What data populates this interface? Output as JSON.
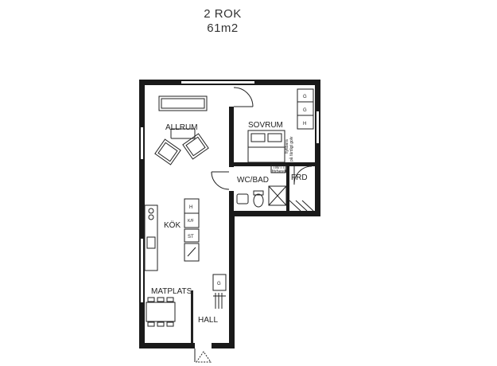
{
  "plan": {
    "title": "2 ROK",
    "area": "61m2"
  },
  "rooms": {
    "allrum": "ALLRUM",
    "sovrum": "SOVRUM",
    "wcbad": "WC/BAD",
    "frd": "FRD",
    "kok": "KÖK",
    "matplats": "MATPLATS",
    "hall": "HALL"
  },
  "fixtures": {
    "g": "G",
    "h": "H",
    "st": "ST",
    "kf": "K/F",
    "tmtt": "TM/TT",
    "forberett": "förberett",
    "flyttbara": "flyttbara",
    "pa_fardigt_golv": "på färdigt golv"
  },
  "colors": {
    "ink": "#1a1a1a",
    "paper": "#ffffff"
  }
}
